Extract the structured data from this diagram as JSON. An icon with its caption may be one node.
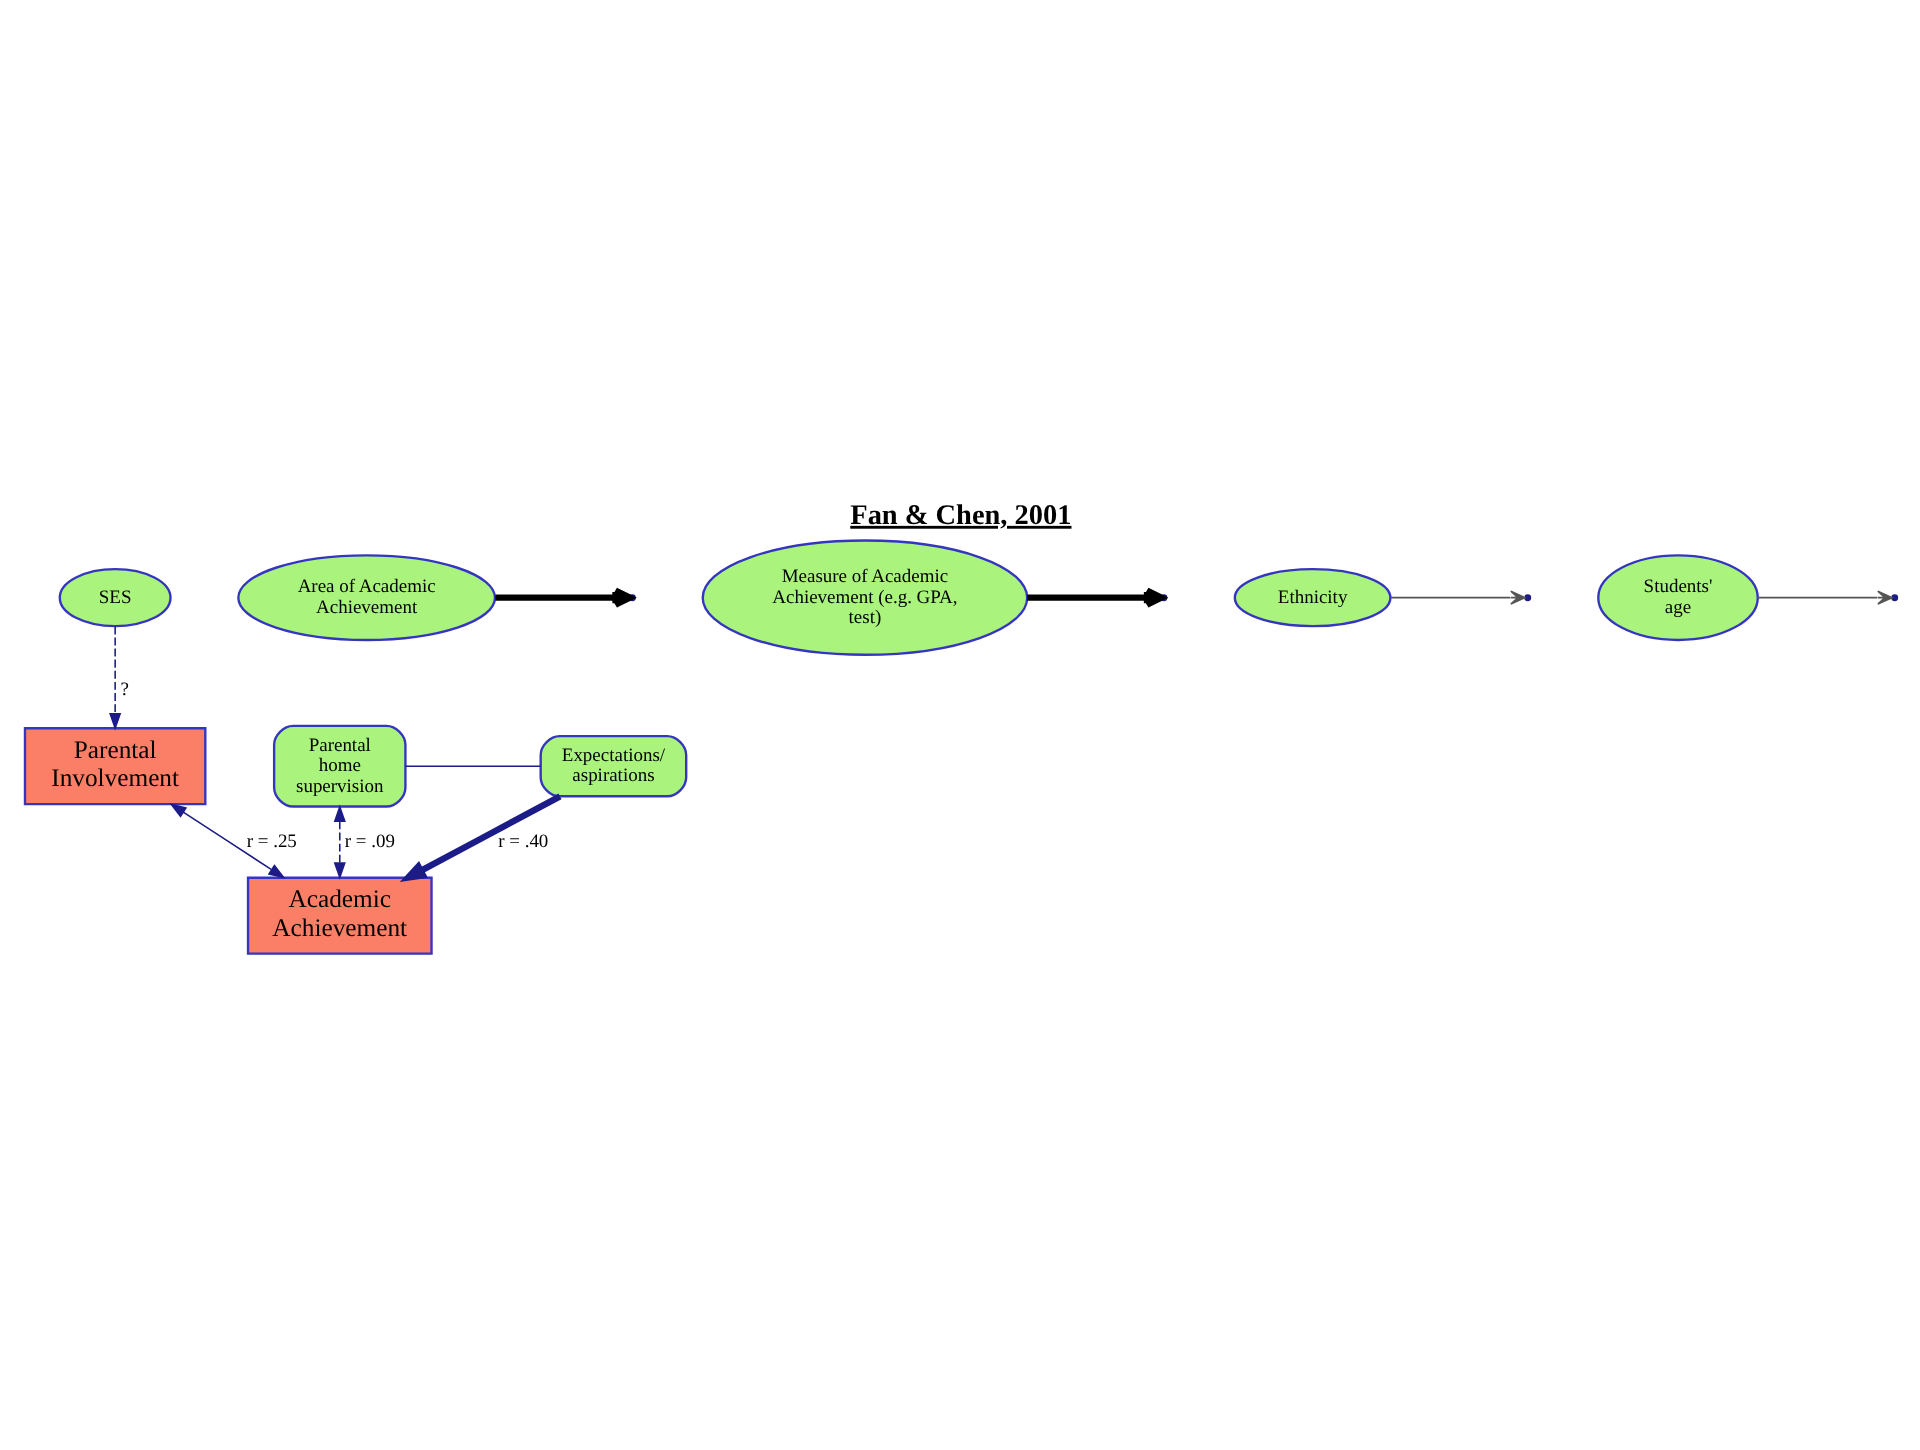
{
  "diagram": {
    "title": "Fan & Chen, 2001",
    "nodes": [
      {
        "text": [
          "SES"
        ]
      },
      {
        "text": [
          "Parental Involvement"
        ]
      },
      {
        "text": [
          "Area of Academic Achievement"
        ]
      },
      {
        "text": [
          "Measure of Academic Achievement (e.g. GPA, test)"
        ]
      },
      {
        "text": [
          "Ethnicity"
        ]
      },
      {
        "text": [
          "Students' age"
        ]
      },
      {
        "text": [
          "Parental home supervision"
        ]
      },
      {
        "text": [
          "Expectations/ aspirations"
        ]
      },
      {
        "text": [
          "Academic Achievement"
        ]
      }
    ],
    "edges": [
      {
        "from": 0,
        "to": 1,
        "arrow": "to",
        "style": "dashed",
        "label": "?"
      },
      {
        "from": 1,
        "to": 8,
        "arrow": "both",
        "label": "r = .25"
      },
      {
        "from": 2,
        "to": null,
        "arrow": "to",
        "style": "thick",
        "color": "#000000"
      },
      {
        "from": 3,
        "to": null,
        "arrow": "to",
        "style": "thick",
        "color": "#000000"
      },
      {
        "from": 4,
        "to": null,
        "arrow": "to",
        "color": "#555555"
      },
      {
        "from": 5,
        "to": null,
        "arrow": "to",
        "color": "#555555"
      },
      {
        "from": 6,
        "to": 7,
        "arrow": "none"
      },
      {
        "from": 6,
        "to": 8,
        "arrow": "both",
        "style": "dashed",
        "label": "r = .09"
      },
      {
        "from": 7,
        "to": 8,
        "arrow": "to",
        "style": "thick",
        "label": "r = .40"
      }
    ]
  }
}
